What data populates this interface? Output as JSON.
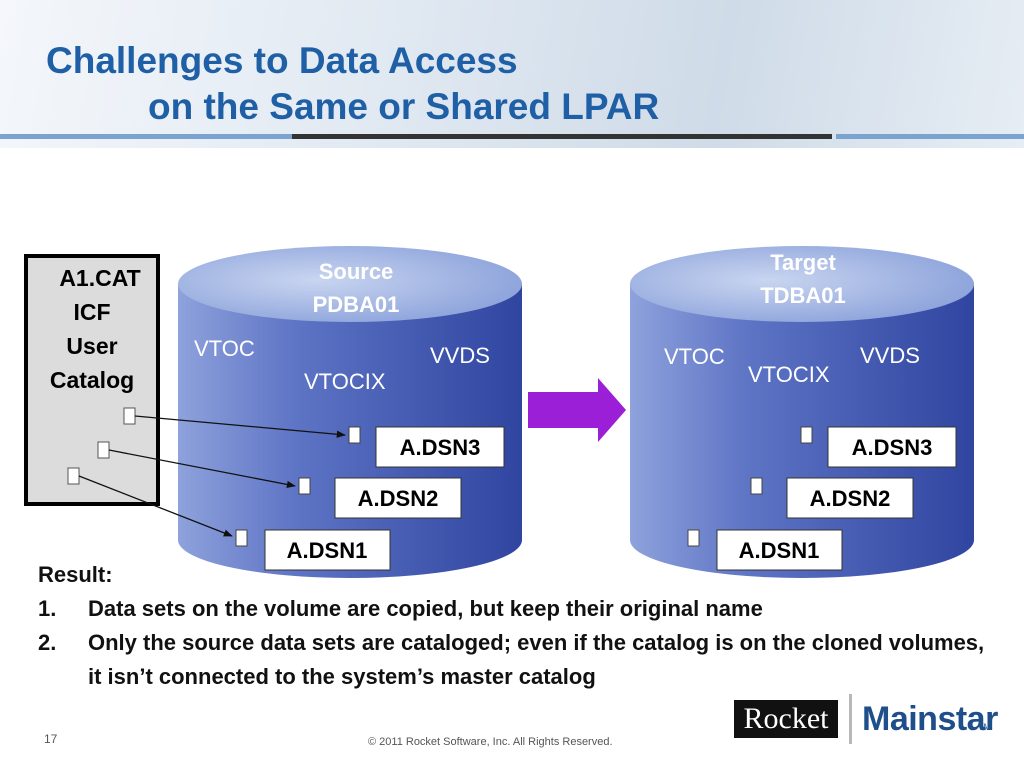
{
  "title": {
    "line1": "Challenges to Data Access",
    "line2": "on the Same or Shared LPAR"
  },
  "catalog": {
    "lines": [
      "A1.CAT",
      "ICF",
      "User",
      "Catalog"
    ]
  },
  "source": {
    "label_line1": "Source",
    "label_line2": "PDBA01",
    "vtoc": "VTOC",
    "vvds": "VVDS",
    "vtocix": "VTOCIX",
    "datasets": [
      "A.DSN3",
      "A.DSN2",
      "A.DSN1"
    ]
  },
  "target": {
    "label_line1": "Target",
    "label_line2": "TDBA01",
    "vtoc": "VTOC",
    "vvds": "VVDS",
    "vtocix": "VTOCIX",
    "datasets": [
      "A.DSN3",
      "A.DSN2",
      "A.DSN1"
    ]
  },
  "result": {
    "heading": "Result:",
    "items": [
      {
        "num": "1.",
        "text": "Data sets on the volume are copied, but keep their original name"
      },
      {
        "num": "2.",
        "text": "Only the source data sets are cataloged; even if the catalog is on the cloned volumes, it isn’t connected to the system’s master catalog"
      }
    ]
  },
  "footer": {
    "slide_number": "17",
    "copyright": "© 2011 Rocket Software, Inc. All Rights Reserved."
  },
  "logo": {
    "rocket": "Rocket",
    "mainstar": "Mainstar",
    "tm": "TM"
  },
  "colors": {
    "title": "#1f5fa6",
    "cylinder_dark": "#3d55b0",
    "cylinder_light": "#aebfe6",
    "arrow": "#9b1fd6"
  }
}
